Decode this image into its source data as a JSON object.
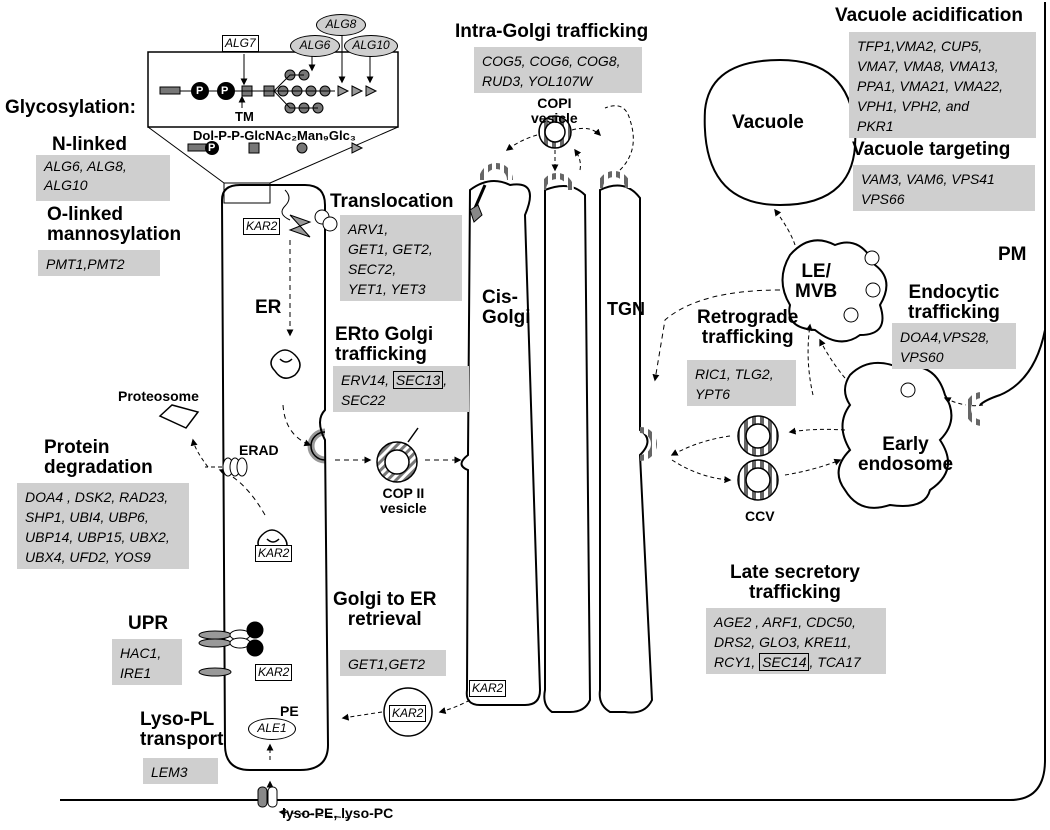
{
  "headings": {
    "glycosylation": "Glycosylation:",
    "n_linked": "N-linked",
    "o_linked": "O-linked\nmannosylation",
    "translocation": "Translocation",
    "er_to_golgi": "ERto Golgi\ntrafficking",
    "protein_degradation": "Protein\ndegradation",
    "upr": "UPR",
    "lyso_pl": "Lyso-PL\ntransport",
    "golgi_to_er": "Golgi to ER\nretrieval",
    "intra_golgi": "Intra-Golgi trafficking",
    "retrograde": "Retrograde\ntrafficking",
    "late_secretory": "Late secretory\ntrafficking",
    "vacuole_acid": "Vacuole acidification",
    "vacuole_targeting": "Vacuole targeting",
    "endocytic": "Endocytic\ntrafficking"
  },
  "structures": {
    "er": "ER",
    "erad": "ERAD",
    "proteosome": "Proteosome",
    "cis_golgi": "Cis-\nGolgi",
    "tgn": "TGN",
    "copi_vesicle": "COPI\nvesicle",
    "copii_vesicle": "COP II\nvesicle",
    "ccv": "CCV",
    "vacuole": "Vacuole",
    "le_mvb": "LE/\nMVB",
    "early_endosome": "Early\nendosome",
    "pm": "PM",
    "pe": "PE",
    "pc": "PC",
    "lyso": "lyso-PE, lyso-PC",
    "tm": "TM",
    "dol_formula": "Dol-P-P-GlcNAc₂Man₉Glc₃",
    "p": "P"
  },
  "tags": {
    "alg7": "ALG7",
    "alg8": "ALG8",
    "alg6": "ALG6",
    "alg10": "ALG10",
    "kar2": "KAR2",
    "ale1": "ALE1"
  },
  "gene_boxes": {
    "n_linked": [
      "ALG6, ALG8,",
      "ALG10"
    ],
    "o_linked": [
      "PMT1,PMT2"
    ],
    "translocation": [
      "ARV1,",
      "GET1, GET2,",
      "SEC72,",
      "YET1, YET3"
    ],
    "er_to_golgi": {
      "pre": "ERV14, ",
      "boxed": "SEC13",
      "post": ",",
      "line2": "SEC22"
    },
    "protein_degradation": [
      "DOA4 , DSK2, RAD23,",
      "SHP1, UBI4, UBP6,",
      "UBP14, UBP15, UBX2,",
      "UBX4, UFD2, YOS9"
    ],
    "upr": [
      "HAC1,",
      "IRE1"
    ],
    "lyso_pl": [
      "LEM3"
    ],
    "golgi_to_er": [
      "GET1,GET2"
    ],
    "intra_golgi": [
      "COG5, COG6, COG8,",
      "RUD3, YOL107W"
    ],
    "retrograde": [
      "RIC1, TLG2,",
      "YPT6"
    ],
    "late_secretory": {
      "lines": [
        "AGE2 , ARF1, CDC50,",
        "DRS2, GLO3, KRE11,"
      ],
      "pre3": "RCY1, ",
      "boxed": "SEC14",
      "post3": ", TCA17"
    },
    "vacuole_acid": [
      "TFP1,VMA2, CUP5,",
      "VMA7, VMA8, VMA13,",
      "PPA1, VMA21, VMA22,",
      "VPH1, VPH2, and",
      "PKR1"
    ],
    "vacuole_targeting": [
      "VAM3, VAM6, VPS41",
      "VPS66"
    ],
    "endocytic": [
      "DOA4,VPS28,",
      "VPS60"
    ]
  }
}
